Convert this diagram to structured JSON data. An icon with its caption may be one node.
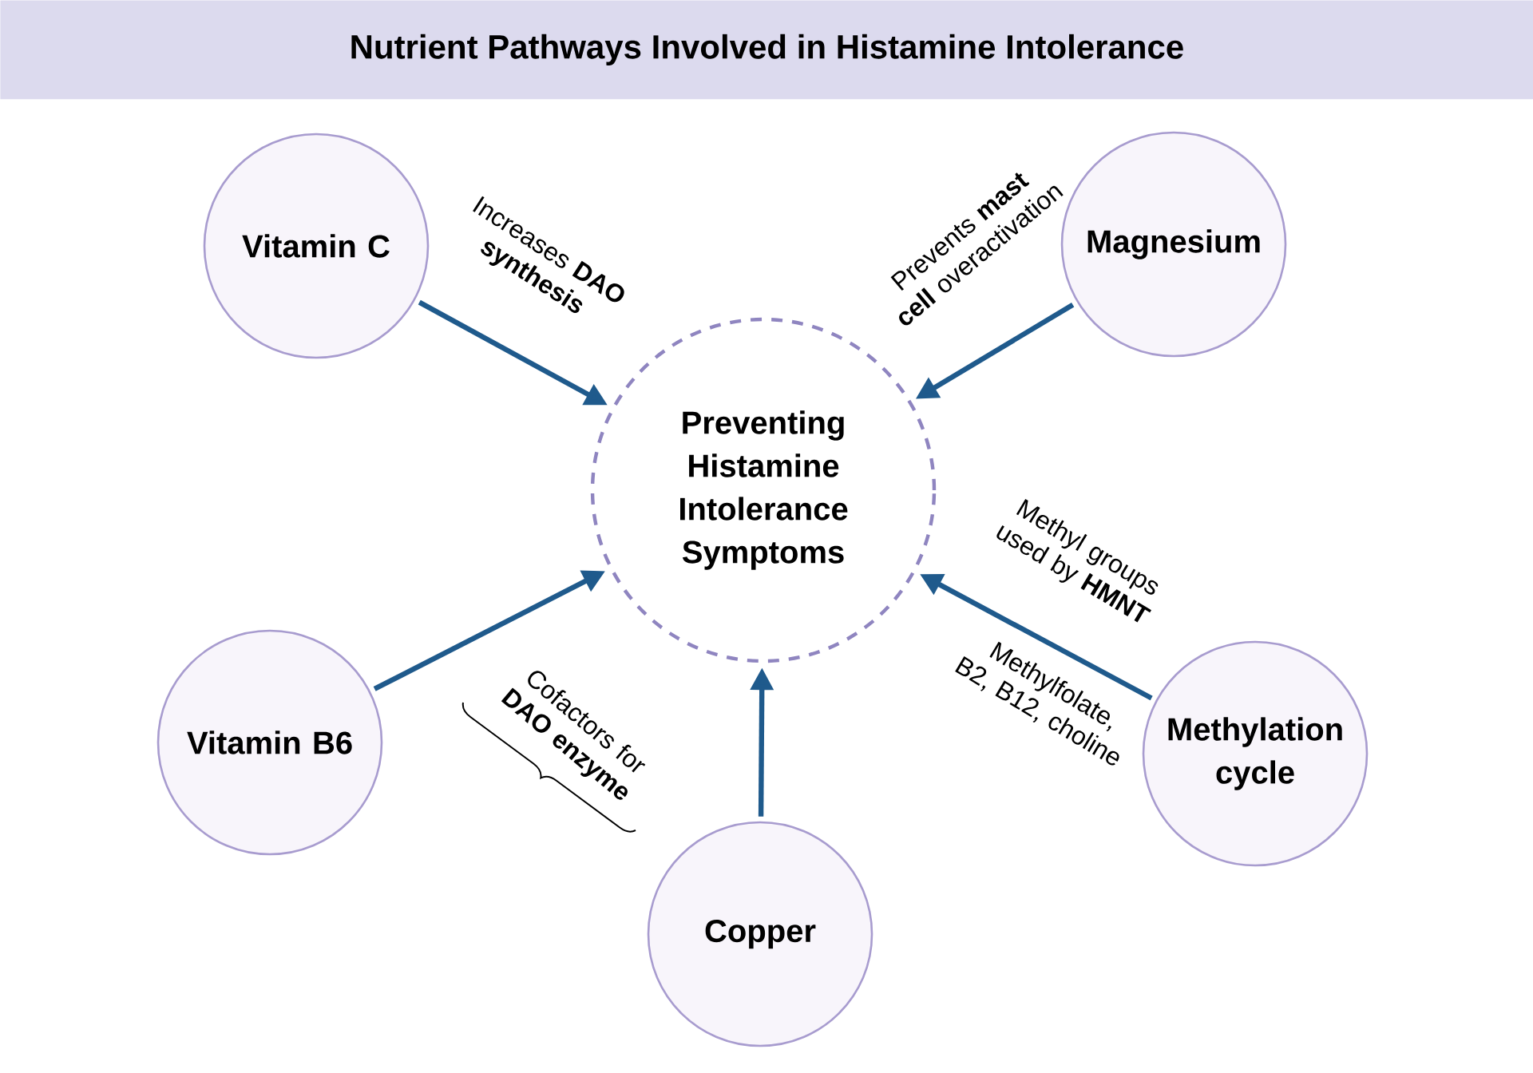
{
  "diagram": {
    "title": "Nutrient Pathways Involved in Histamine Intolerance",
    "nodes": [
      {
        "text": [
          "Vitamin C"
        ]
      },
      {
        "text": [
          "Magnesium"
        ]
      },
      {
        "text": [
          "Preventing Histamine Intolerance Symptoms"
        ]
      },
      {
        "text": [
          "Vitamin B6"
        ]
      },
      {
        "text": [
          "Methylation cycle"
        ]
      },
      {
        "text": [
          "Copper"
        ]
      }
    ],
    "edges": [
      {
        "from": 0,
        "to": 2,
        "arrow": "to",
        "label": "Increases **DAO synthesis**"
      },
      {
        "from": 1,
        "to": 2,
        "arrow": "to",
        "label": "Prevents **mast cell** overactivation"
      },
      {
        "from": 3,
        "to": 2,
        "arrow": "to"
      },
      {
        "from": 5,
        "to": 2,
        "arrow": "to"
      },
      {
        "from": 4,
        "to": 2,
        "arrow": "to",
        "label": "Methyl groups used by **HMNT**"
      }
    ],
    "labels": [
      "Methylfolate, B2, B12, choline",
      "Cofactors for **DAO enzyme**"
    ]
  }
}
